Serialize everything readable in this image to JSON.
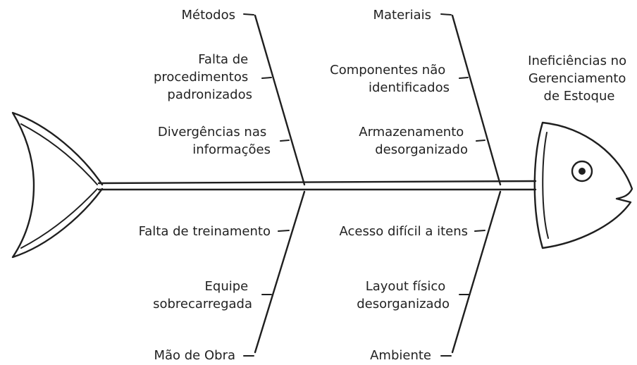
{
  "head_label": [
    "Ineficiências no",
    "Gerenciamento",
    "de Estoque"
  ],
  "categories": {
    "metodos": "Métodos",
    "materiais": "Materiais",
    "mao_de_obra": "Mão de Obra",
    "ambiente": "Ambiente"
  },
  "causes": {
    "metodos": [
      [
        "Falta de",
        "procedimentos",
        "padronizados"
      ],
      [
        "Divergências nas",
        "informações"
      ]
    ],
    "materiais": [
      [
        "Componentes não",
        "identificados"
      ],
      [
        "Armazenamento",
        "desorganizado"
      ]
    ],
    "mao_de_obra": [
      [
        "Falta de treinamento"
      ],
      [
        "Equipe",
        "sobrecarregada"
      ]
    ],
    "ambiente": [
      [
        "Acesso difícil a itens"
      ],
      [
        "Layout físico",
        "desorganizado"
      ]
    ]
  }
}
